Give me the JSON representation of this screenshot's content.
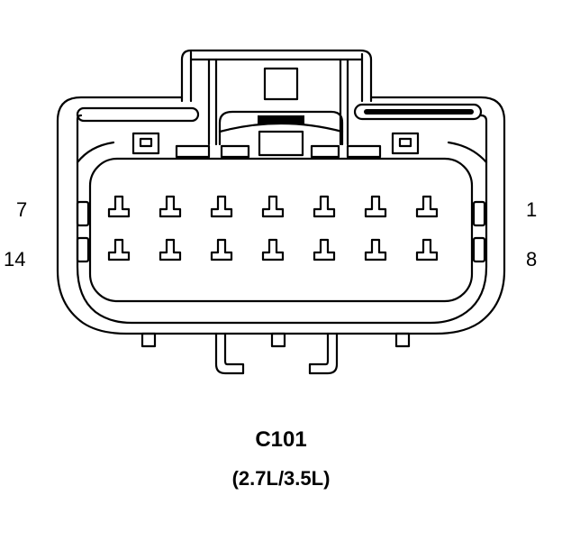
{
  "connector": {
    "name": "C101",
    "engine": "(2.7L/3.5L)",
    "pin_labels": {
      "top_left": "7",
      "bottom_left": "14",
      "top_right": "1",
      "bottom_right": "8"
    },
    "rows": 2,
    "cavities_per_row": 7
  }
}
